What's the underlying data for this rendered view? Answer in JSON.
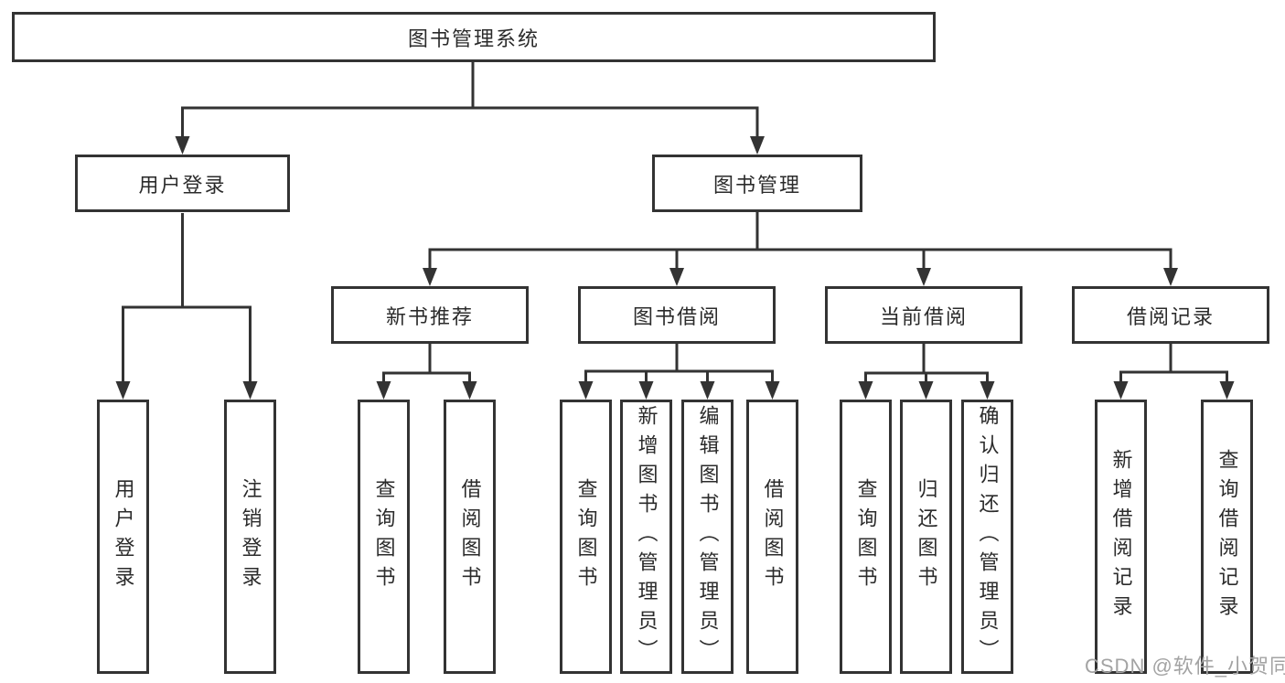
{
  "diagram": {
    "title": "图书管理系统",
    "level2": [
      {
        "label": "用户登录"
      },
      {
        "label": "图书管理"
      }
    ],
    "level3": [
      {
        "label": "新书推荐"
      },
      {
        "label": "图书借阅"
      },
      {
        "label": "当前借阅"
      },
      {
        "label": "借阅记录"
      }
    ],
    "leaves": {
      "user_login": [
        {
          "label": "用户登录"
        },
        {
          "label": "注销登录"
        }
      ],
      "new_book_recommend": [
        {
          "label": "查询图书"
        },
        {
          "label": "借阅图书"
        }
      ],
      "book_borrow": [
        {
          "label": "查询图书"
        },
        {
          "label": "新增图书（管理员）"
        },
        {
          "label": "编辑图书（管理员）"
        },
        {
          "label": "借阅图书"
        }
      ],
      "current_borrow": [
        {
          "label": "查询图书"
        },
        {
          "label": "归还图书"
        },
        {
          "label": "确认归还（管理员）"
        }
      ],
      "borrow_record": [
        {
          "label": "新增借阅记录"
        },
        {
          "label": "查询借阅记录"
        }
      ]
    },
    "watermark": "CSDN @软件_小贺同学",
    "colors": {
      "line": "#333333",
      "text": "#2b2b2b",
      "watermark": "#a3a3a3",
      "background": "#ffffff"
    }
  }
}
